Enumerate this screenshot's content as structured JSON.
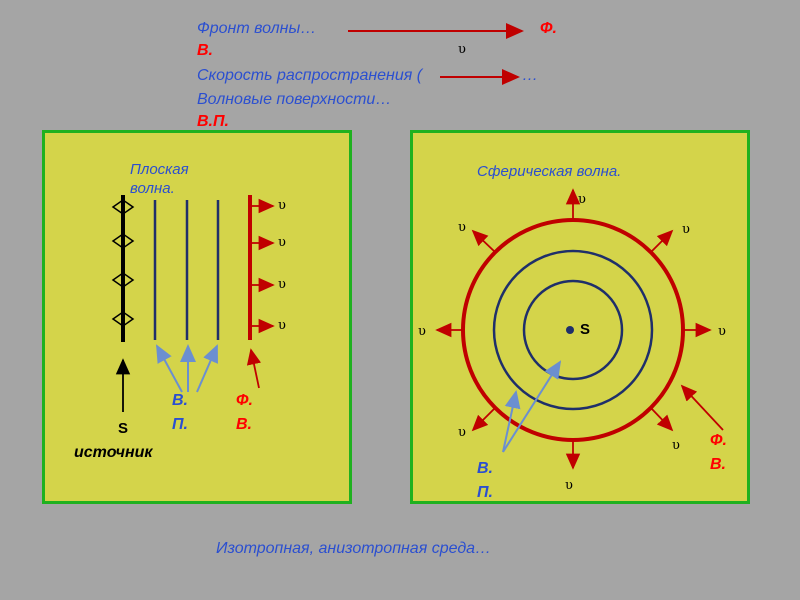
{
  "header": {
    "line1_text": "Фронт волны…",
    "line1_abbr_a": "Ф.",
    "line1_abbr_b": "В.",
    "upsilon": "υ",
    "line2_text": "Скорость распространения (",
    "line2_tail": "…",
    "line3_text": "Волновые поверхности…",
    "line3_abbr": "В.П."
  },
  "left_panel": {
    "title": "Плоская волна.",
    "source_label": "S",
    "source_caption": "источник",
    "wave_surface_label_a": "В.",
    "wave_surface_label_b": "П.",
    "wavefront_label_a": "Ф.",
    "wavefront_label_b": "В.",
    "velocity_symbol": "υ"
  },
  "right_panel": {
    "title": "Сферическая волна.",
    "center_label": "S",
    "wave_surface_label_a": "В.",
    "wave_surface_label_b": "П.",
    "wavefront_label_a": "Ф.",
    "wavefront_label_b": "В.",
    "velocity_symbol": "υ"
  },
  "footer": {
    "text": "Изотропная, анизотропная среда…"
  },
  "colors": {
    "background": "#a5a5a5",
    "panel": "#d4d44a",
    "panel_border": "#1fb11f",
    "wavefront": "#c00000",
    "surface": "#1f2f6a",
    "pointer": "#6b8fd0",
    "text_blue": "#2b4fd0",
    "text_red": "#ff0000"
  }
}
